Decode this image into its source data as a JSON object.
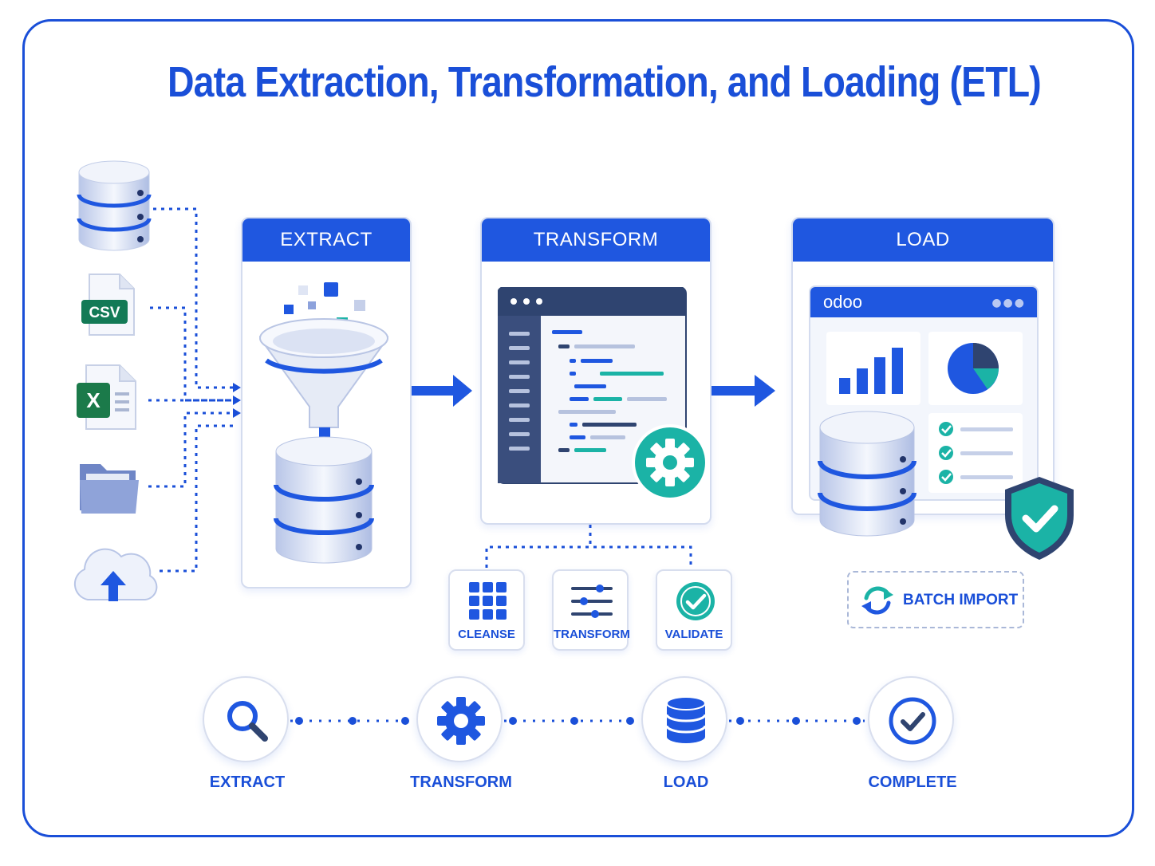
{
  "title": "Data Extraction, Transformation, and Loading (ETL)",
  "sources": [
    {
      "icon": "database-icon"
    },
    {
      "icon": "csv-file-icon",
      "badge": "CSV"
    },
    {
      "icon": "excel-file-icon",
      "badge": "X"
    },
    {
      "icon": "folder-icon"
    },
    {
      "icon": "cloud-upload-icon"
    }
  ],
  "panels": {
    "extract": {
      "header": "EXTRACT"
    },
    "transform": {
      "header": "TRANSFORM"
    },
    "load": {
      "header": "LOAD",
      "app_name": "odoo"
    }
  },
  "transform_steps": [
    {
      "label": "CLEANSE",
      "icon": "grid-icon"
    },
    {
      "label": "TRANSFORM",
      "icon": "sliders-icon"
    },
    {
      "label": "VALIDATE",
      "icon": "check-circle-icon"
    }
  ],
  "batch_import": {
    "label": "BATCH IMPORT",
    "icon": "sync-icon"
  },
  "progress_steps": [
    {
      "label": "EXTRACT",
      "icon": "search-icon"
    },
    {
      "label": "TRANSFORM",
      "icon": "gear-icon"
    },
    {
      "label": "LOAD",
      "icon": "database-icon"
    },
    {
      "label": "COMPLETE",
      "icon": "check-circle-icon"
    }
  ],
  "colors": {
    "primary": "#1f57e0",
    "teal": "#1bb3a6",
    "navy": "#2f4470",
    "light": "#e9eef9"
  }
}
